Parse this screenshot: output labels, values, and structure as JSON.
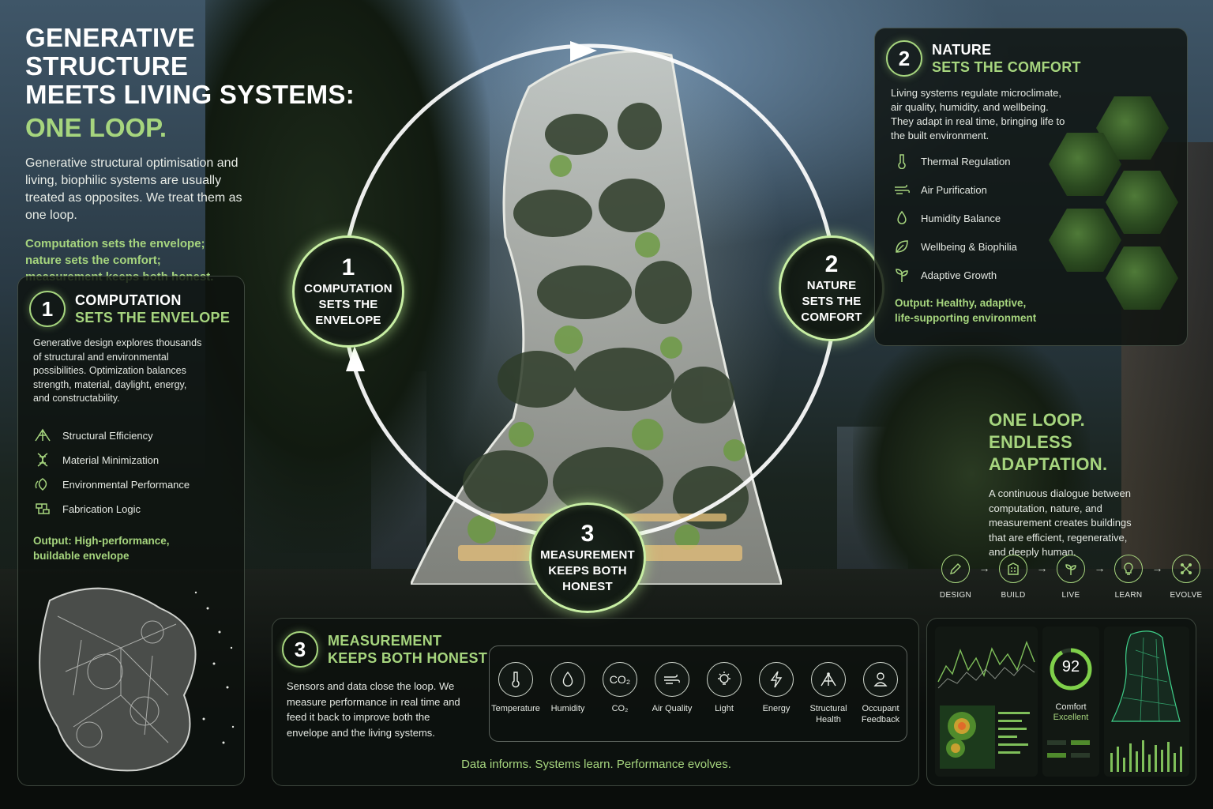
{
  "header": {
    "title_line1": "GENERATIVE STRUCTURE",
    "title_line2": "MEETS LIVING SYSTEMS:",
    "title_line3": "ONE LOOP.",
    "intro": "Generative structural optimisation and living, biophilic systems are usually treated as opposites. We treat them as one loop.",
    "tagline_1": "Computation sets the envelope;",
    "tagline_2": "nature sets the comfort;",
    "tagline_3": "measurement keeps both honest."
  },
  "panel_computation": {
    "number": "1",
    "title_white": "COMPUTATION",
    "title_green": "SETS THE ENVELOPE",
    "description": "Generative design explores thousands of structural and environmental possibilities. Optimization balances strength, material, daylight, energy, and constructability.",
    "items": [
      {
        "label": "Structural Efficiency",
        "icon": "structure-icon"
      },
      {
        "label": "Material Minimization",
        "icon": "dna-icon"
      },
      {
        "label": "Environmental Performance",
        "icon": "leaf-cycle-icon"
      },
      {
        "label": "Fabrication Logic",
        "icon": "fabrication-icon"
      }
    ],
    "output_1": "Output: High-performance,",
    "output_2": "buildable envelope"
  },
  "panel_nature": {
    "number": "2",
    "title_white": "NATURE",
    "title_green": "SETS THE COMFORT",
    "description": "Living systems regulate microclimate, air quality, humidity, and wellbeing. They adapt in real time, bringing life to the built environment.",
    "items": [
      {
        "label": "Thermal Regulation",
        "icon": "thermometer-icon"
      },
      {
        "label": "Air Purification",
        "icon": "wind-icon"
      },
      {
        "label": "Humidity Balance",
        "icon": "droplet-icon"
      },
      {
        "label": "Wellbeing & Biophilia",
        "icon": "leaf-icon"
      },
      {
        "label": "Adaptive Growth",
        "icon": "sprout-icon"
      }
    ],
    "output_1": "Output: Healthy, adaptive,",
    "output_2": "life-supporting environment"
  },
  "panel_measurement": {
    "number": "3",
    "title_white": "MEASUREMENT",
    "title_green": "KEEPS BOTH HONEST",
    "description": "Sensors and data close the loop. We measure performance in real time and feed it back to improve both the envelope and the living systems.",
    "sensors": [
      {
        "label": "Temperature",
        "icon": "thermometer-icon"
      },
      {
        "label": "Humidity",
        "icon": "droplet-icon"
      },
      {
        "label": "CO₂",
        "icon": "co2-icon"
      },
      {
        "label": "Air Quality",
        "icon": "wind-icon"
      },
      {
        "label": "Light",
        "icon": "bulb-icon"
      },
      {
        "label": "Energy",
        "icon": "lightning-icon"
      },
      {
        "label": "Structural Health",
        "icon": "structure-icon"
      },
      {
        "label": "Occupant Feedback",
        "icon": "person-icon"
      }
    ],
    "co2_glyph": "CO₂",
    "footer": "Data informs. Systems learn. Performance evolves."
  },
  "loop_nodes": [
    {
      "number": "1",
      "line1": "COMPUTATION",
      "line2": "SETS THE",
      "line3": "ENVELOPE"
    },
    {
      "number": "2",
      "line1": "NATURE",
      "line2": "SETS THE",
      "line3": "COMFORT"
    },
    {
      "number": "3",
      "line1": "MEASUREMENT",
      "line2": "KEEPS BOTH",
      "line3": "HONEST"
    }
  ],
  "one_loop": {
    "title_1": "ONE LOOP.",
    "title_2": "ENDLESS ADAPTATION.",
    "description": "A continuous dialogue between computation, nature, and measurement creates buildings that are efficient, regenerative, and deeply human.",
    "steps": [
      {
        "label": "DESIGN",
        "icon": "pencil-icon"
      },
      {
        "label": "BUILD",
        "icon": "building-icon"
      },
      {
        "label": "LIVE",
        "icon": "sprout-icon"
      },
      {
        "label": "LEARN",
        "icon": "lightbulb-icon"
      },
      {
        "label": "EVOLVE",
        "icon": "evolve-icon"
      }
    ],
    "arrow": "→"
  },
  "dashboard": {
    "score": "92",
    "comfort_label": "Comfort",
    "comfort_status": "Excellent"
  },
  "colors": {
    "accent_green": "#a6d57e",
    "panel_bg": "#0e120f",
    "heatmap_hot": "#e0a02a"
  }
}
